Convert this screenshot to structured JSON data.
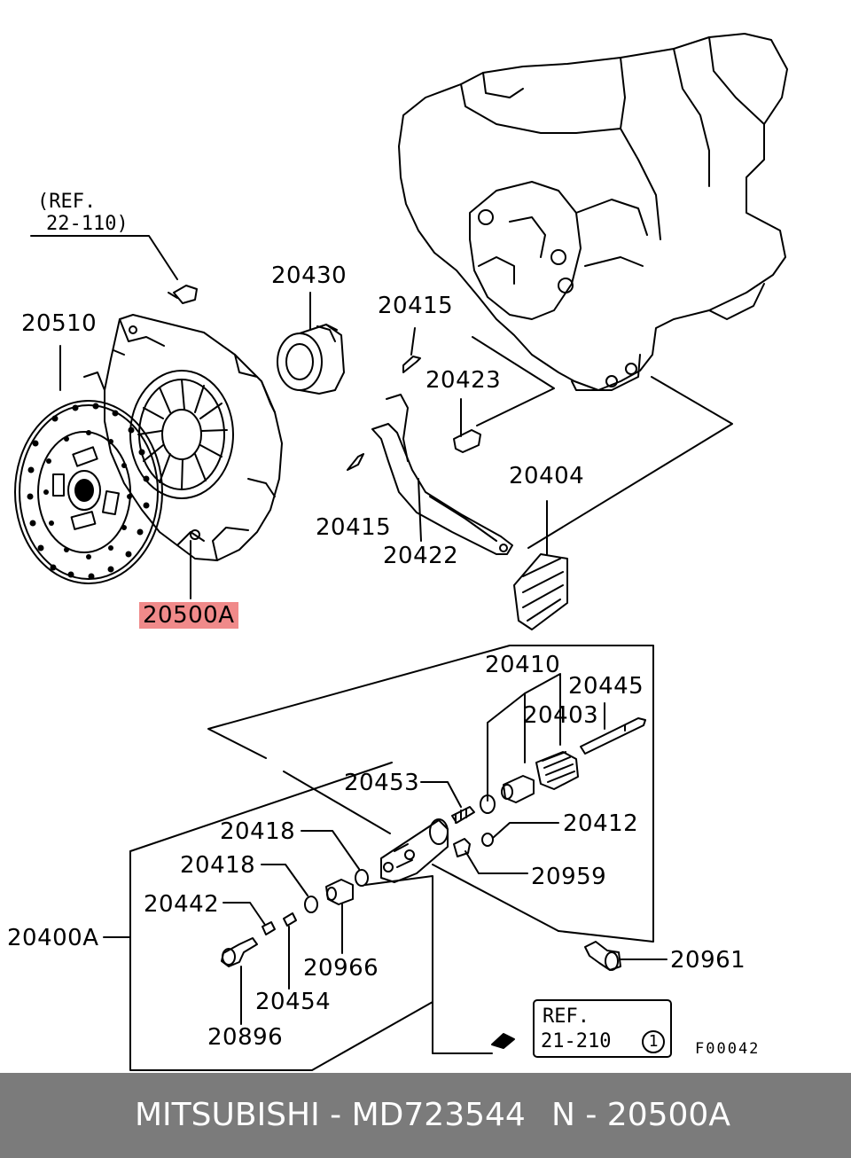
{
  "labels": {
    "ref_22110_line1": "(REF.",
    "ref_22110_line2": "22-110)",
    "p20430": "20430",
    "p20510": "20510",
    "p20415_top": "20415",
    "p20423": "20423",
    "p20404": "20404",
    "p20415_mid": "20415",
    "p20422": "20422",
    "p20500A": "20500A",
    "p20410": "20410",
    "p20445": "20445",
    "p20403": "20403",
    "p20453": "20453",
    "p20418_a": "20418",
    "p20412": "20412",
    "p20418_b": "20418",
    "p20959": "20959",
    "p20442": "20442",
    "p20400A": "20400A",
    "p20966": "20966",
    "p20961": "20961",
    "p20454": "20454",
    "p20896": "20896",
    "ref_21210_line1": "REF.",
    "ref_21210_line2": "21-210",
    "ref_21210_circle": "1",
    "figure_code": "F00042"
  },
  "colors": {
    "highlight": "#f08a8a",
    "footer_bg": "#7b7b7b",
    "footer_text": "#ffffff"
  },
  "footer": {
    "brand_part": "MITSUBISHI - MD723544",
    "position": "N - 20500A"
  }
}
